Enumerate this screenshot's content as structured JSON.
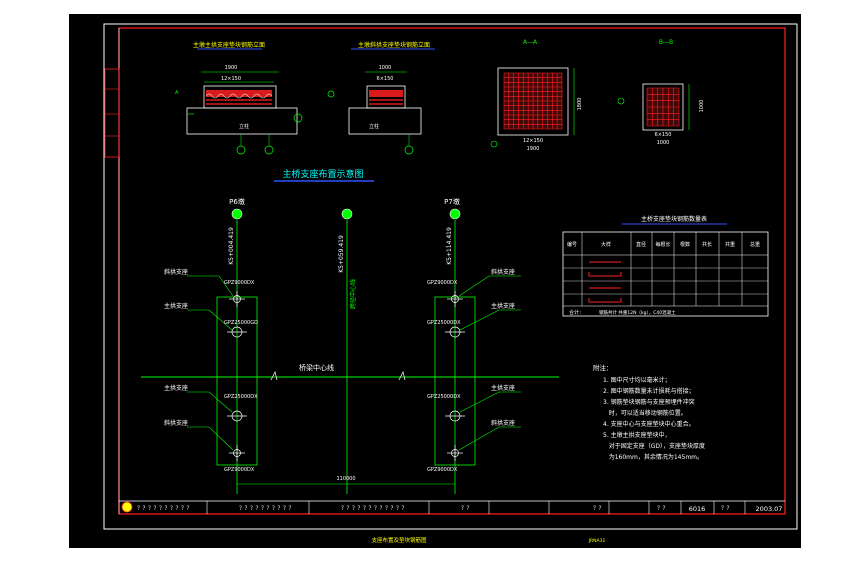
{
  "drawing": {
    "elevation_main_title": "主墩主拱支座垫块钢筋立面",
    "elevation_slant_title": "主墩斜拱支座垫块钢筋立面",
    "section_a_title": "A—A",
    "section_b_title": "B—B",
    "plan_title": "主桥支座布置示意图",
    "table_title": "主桥支座垫块钢筋数量表",
    "dim_1900": "1900",
    "dim_12x150": "12×150",
    "dim_1000": "1000",
    "dim_6x150": "6×150",
    "dim_1800": "1800",
    "label_p6": "P6墩",
    "label_p7": "P7墩",
    "station_p6": "K5+004.419",
    "station_mid": "K5+059.419",
    "station_p7": "K5+114.419",
    "arch_center_line": "跨径中心线",
    "bridge_center_line": "桥梁中心线",
    "span_dim": "110000",
    "label_slant_bearing": "斜拱支座",
    "label_main_bearing": "主拱支座",
    "gp_small": "GPZ9000DX",
    "gp_large": "GPZ25000DX",
    "gp_large_gd": "GPZ25000GD",
    "footer_drawing_name": "支座布置及垫块钢筋图",
    "footer_small": "JRNA31",
    "sheet_no": "6016",
    "date": "2003.07",
    "title_cells": [
      "？？？？？？？？？？",
      "？？？？？？？？？？",
      "？？？？？？？？？？？？",
      "？？",
      "？？",
      "？？",
      "？？"
    ]
  },
  "notes": {
    "heading": "附注：",
    "items": [
      "1. 图中尺寸均以毫米计；",
      "2. 图中钢筋数量未计损耗与搭接；",
      "3. 钢筋垫块钢筋与支座预埋件冲突",
      "   时，可以适当移动钢筋位置。",
      "4. 支座中心与支座垫块中心重合。",
      "5. 主墩主拱支座垫块中，",
      "   对于固定支座（GD），支座垫块厚度",
      "   为160mm，其余情况为145mm。"
    ]
  },
  "table": {
    "headers": [
      "编号",
      "大样",
      "直径",
      "每根长",
      "根数",
      "共长",
      "共重",
      "总重"
    ],
    "row_count": 4,
    "footer": "合计：",
    "footer_note": "钢筋共计 共重12N（kg），C40混凝土"
  },
  "colors": {
    "cyan": "#00ffff",
    "green": "#00ff00",
    "yellow": "#ffff00",
    "red": "#ff2020",
    "white": "#ffffff",
    "blue": "#3050ff",
    "magenta": "#ff40ff"
  }
}
